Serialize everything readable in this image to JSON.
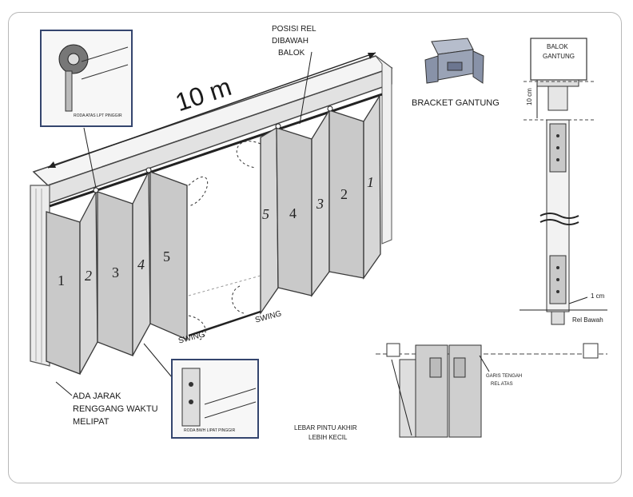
{
  "labels": {
    "dimension": "10 m",
    "rail_position": [
      "POSISI REL",
      "DIBAWAH",
      "BALOK"
    ],
    "bracket": "BRACKET GANTUNG",
    "balok": [
      "BALOK",
      "GANTUNG"
    ],
    "ten_cm": "10 cm",
    "one_cm": "1 cm",
    "rel_bawah": "Rel Bawah",
    "swing_left": "SWING",
    "swing_right": "SWING",
    "gap_note": [
      "ADA JARAK",
      "RENGGANG WAKTU",
      "MELIPAT"
    ],
    "last_door_note": [
      "LEBAR PINTU AKHIR",
      "LEBIH KECIL"
    ],
    "center_line_note": [
      "GARIS TENGAH",
      "REL ATAS"
    ],
    "top_roller": "RODA ATAS LPT PINGGIR",
    "bottom_roller": "RODA BWH LIPAT PINGGIR"
  },
  "panels_left": [
    "1",
    "2",
    "3",
    "4",
    "5"
  ],
  "panels_right": [
    "5",
    "4",
    "3",
    "2",
    "1"
  ],
  "colors": {
    "panel": "#c9c9c9",
    "panel_edge": "#3a3a3a",
    "inset_border": "#34456e",
    "frame": "#b8b8b8"
  }
}
